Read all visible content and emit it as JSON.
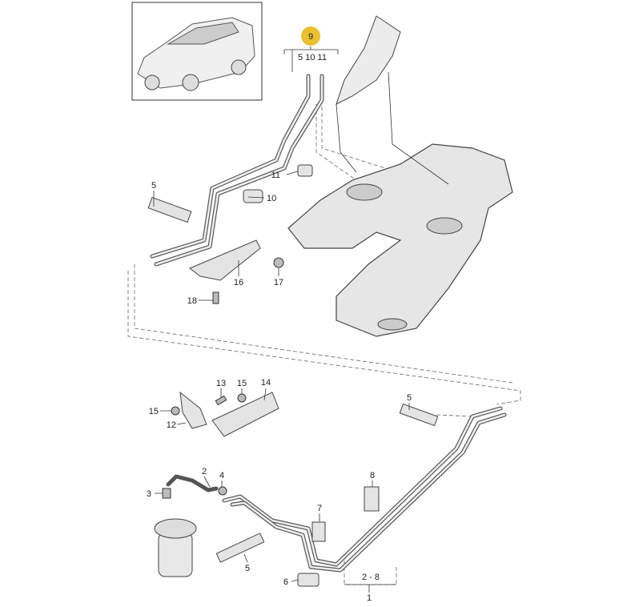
{
  "diagram": {
    "highlight_color": "#e8c030",
    "callouts": {
      "c9": "9",
      "group9": "5 10 11",
      "c11": "11",
      "c10": "10",
      "c5a": "5",
      "c16": "16",
      "c17": "17",
      "c18": "18",
      "c13": "13",
      "c15a": "15",
      "c14": "14",
      "c15b": "15",
      "c12": "12",
      "c5b": "5",
      "c2": "2",
      "c4": "4",
      "c3": "3",
      "c8": "8",
      "c7": "7",
      "c5c": "5",
      "c6": "6",
      "group1": "2 - 8",
      "c1": "1"
    }
  }
}
